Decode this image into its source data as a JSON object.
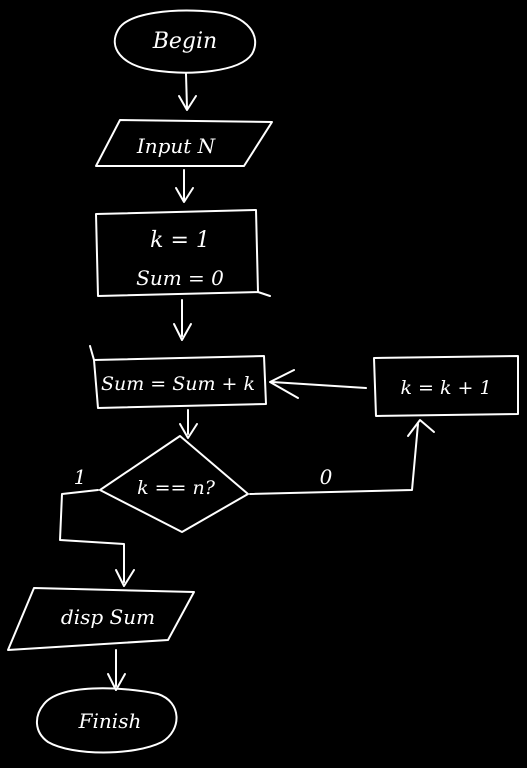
{
  "diagram": {
    "background": "#000000",
    "ink": "#ffffff",
    "nodes": {
      "begin": {
        "label": "Begin",
        "shape": "ellipse"
      },
      "input": {
        "label": "Input N",
        "shape": "parallelogram"
      },
      "init": {
        "lines": [
          "k = 1",
          "Sum = 0"
        ],
        "shape": "rectangle"
      },
      "accumulate": {
        "label": "Sum = Sum + k",
        "shape": "rectangle"
      },
      "increment": {
        "label": "k = k + 1",
        "shape": "rectangle"
      },
      "decision": {
        "label": "k == n?",
        "shape": "diamond"
      },
      "display": {
        "label": "disp Sum",
        "shape": "parallelogram"
      },
      "finish": {
        "label": "Finish",
        "shape": "ellipse"
      }
    },
    "edges": {
      "true_label": "1",
      "false_label": "0"
    }
  }
}
